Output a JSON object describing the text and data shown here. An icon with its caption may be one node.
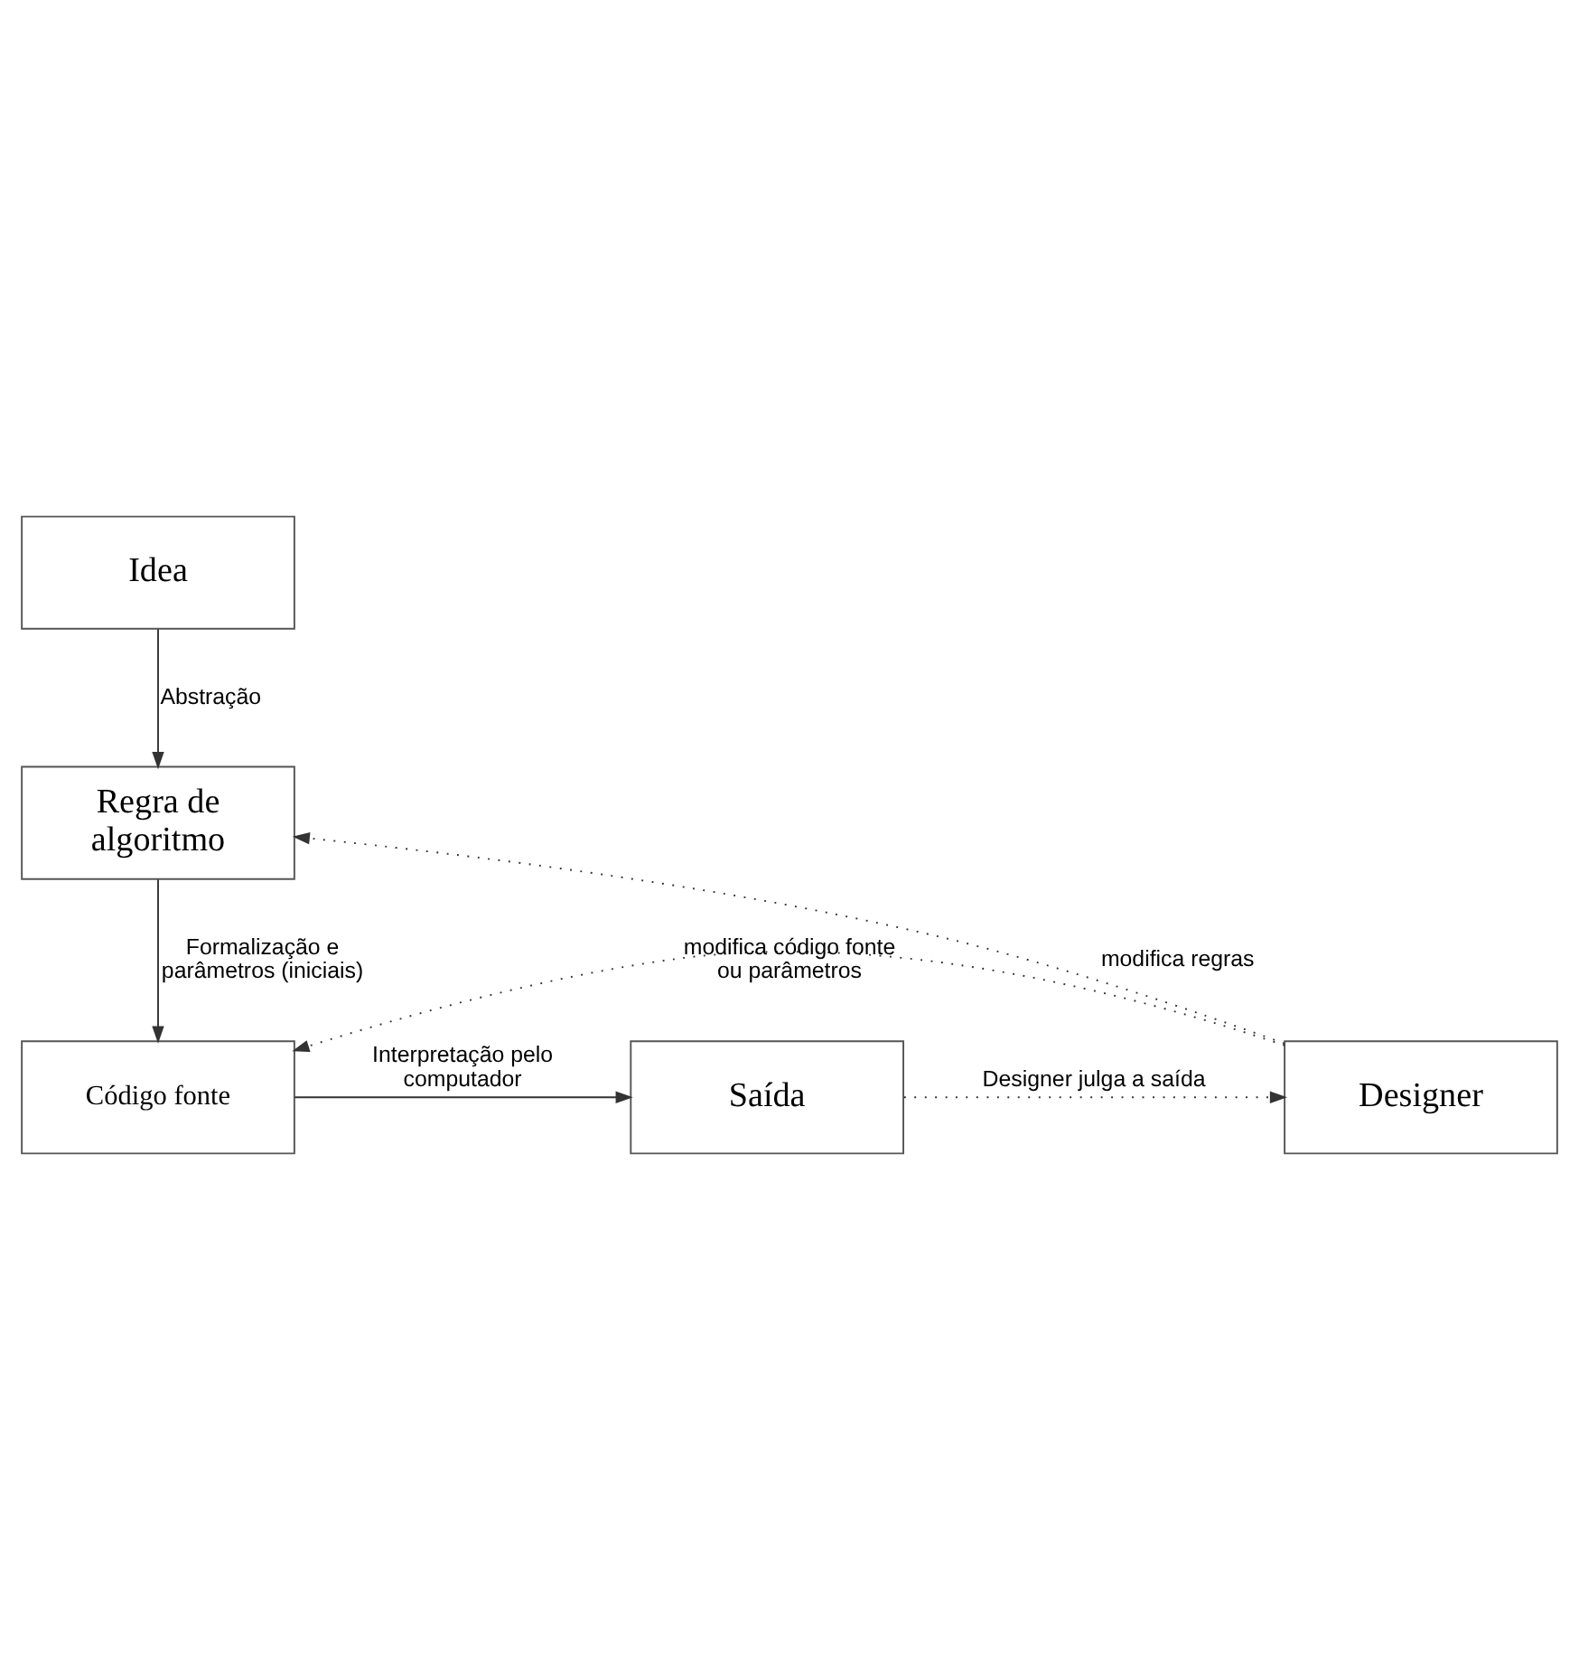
{
  "diagram": {
    "nodes": [
      {
        "text": [
          "Idea"
        ]
      },
      {
        "text": [
          "Regra de algoritmo"
        ]
      },
      {
        "text": [
          "Código fonte"
        ]
      },
      {
        "text": [
          "Saída"
        ]
      },
      {
        "text": [
          "Designer"
        ]
      }
    ],
    "edges": [
      {
        "from": 0,
        "to": 1,
        "arrow": "to",
        "label": "Abstração"
      },
      {
        "from": 1,
        "to": 2,
        "arrow": "to",
        "label": "Formalização e parâmetros (iniciais)"
      },
      {
        "from": 2,
        "to": 3,
        "arrow": "to",
        "label": "Interpretação pelo computador"
      },
      {
        "from": 3,
        "to": 4,
        "arrow": "to",
        "label": "Designer julga a saída",
        "style": "dashed"
      },
      {
        "from": 4,
        "to": 2,
        "arrow": "to",
        "label": "modifica código fonte ou parâmetros",
        "style": "dashed"
      },
      {
        "from": 4,
        "to": 1,
        "arrow": "to",
        "label": "modifica regras",
        "style": "dashed"
      }
    ]
  }
}
